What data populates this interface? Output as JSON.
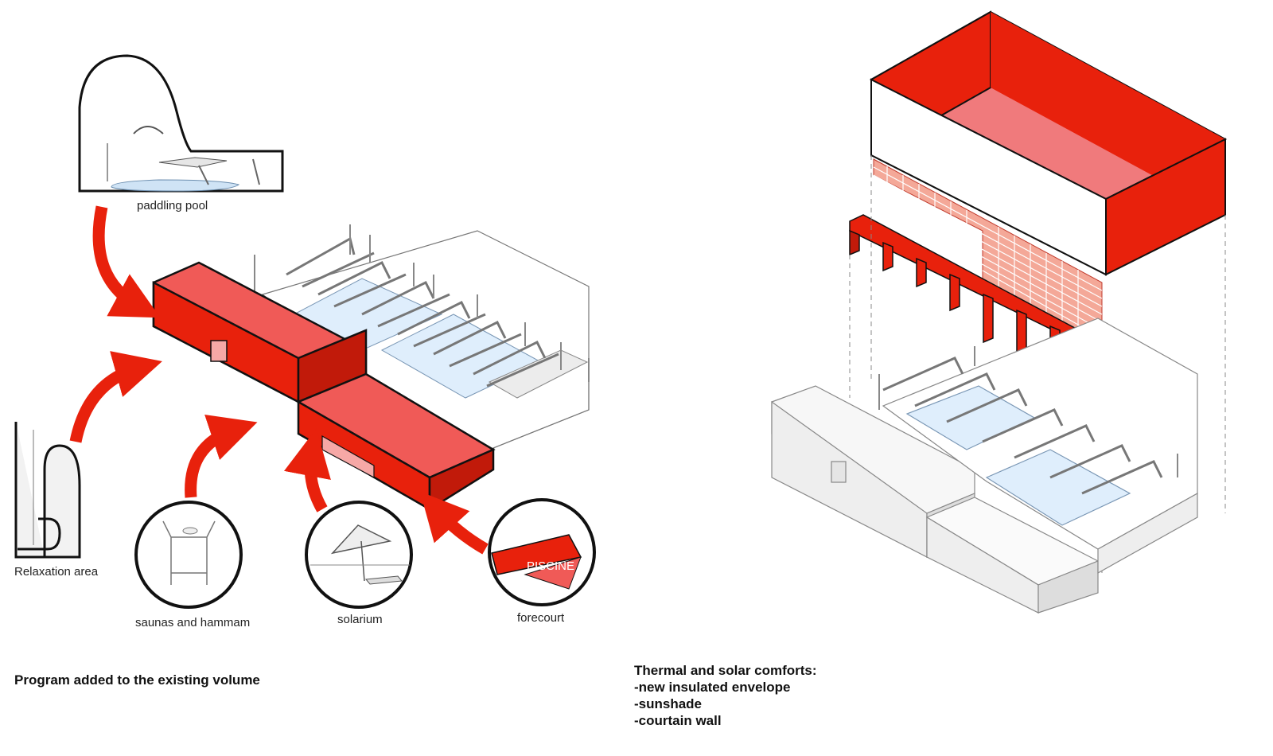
{
  "left_panel": {
    "caption": "Program added to the existing volume",
    "labels": {
      "paddling_pool": "paddling pool",
      "relaxation_area": "Relaxation area",
      "saunas": "saunas and hammam",
      "solarium": "solarium",
      "forecourt": "forecourt"
    },
    "sign_text": "PISCINE"
  },
  "right_panel": {
    "caption_lines": [
      "Thermal and solar comforts:",
      "-new insulated envelope",
      "-sunshade",
      "-courtain wall"
    ]
  },
  "colors": {
    "accent_red": "#e8210c",
    "dark_red": "#c11a0a",
    "light_red": "#f07a7c",
    "glass": "#dfeefc",
    "grid_tile": "#f4a898"
  }
}
